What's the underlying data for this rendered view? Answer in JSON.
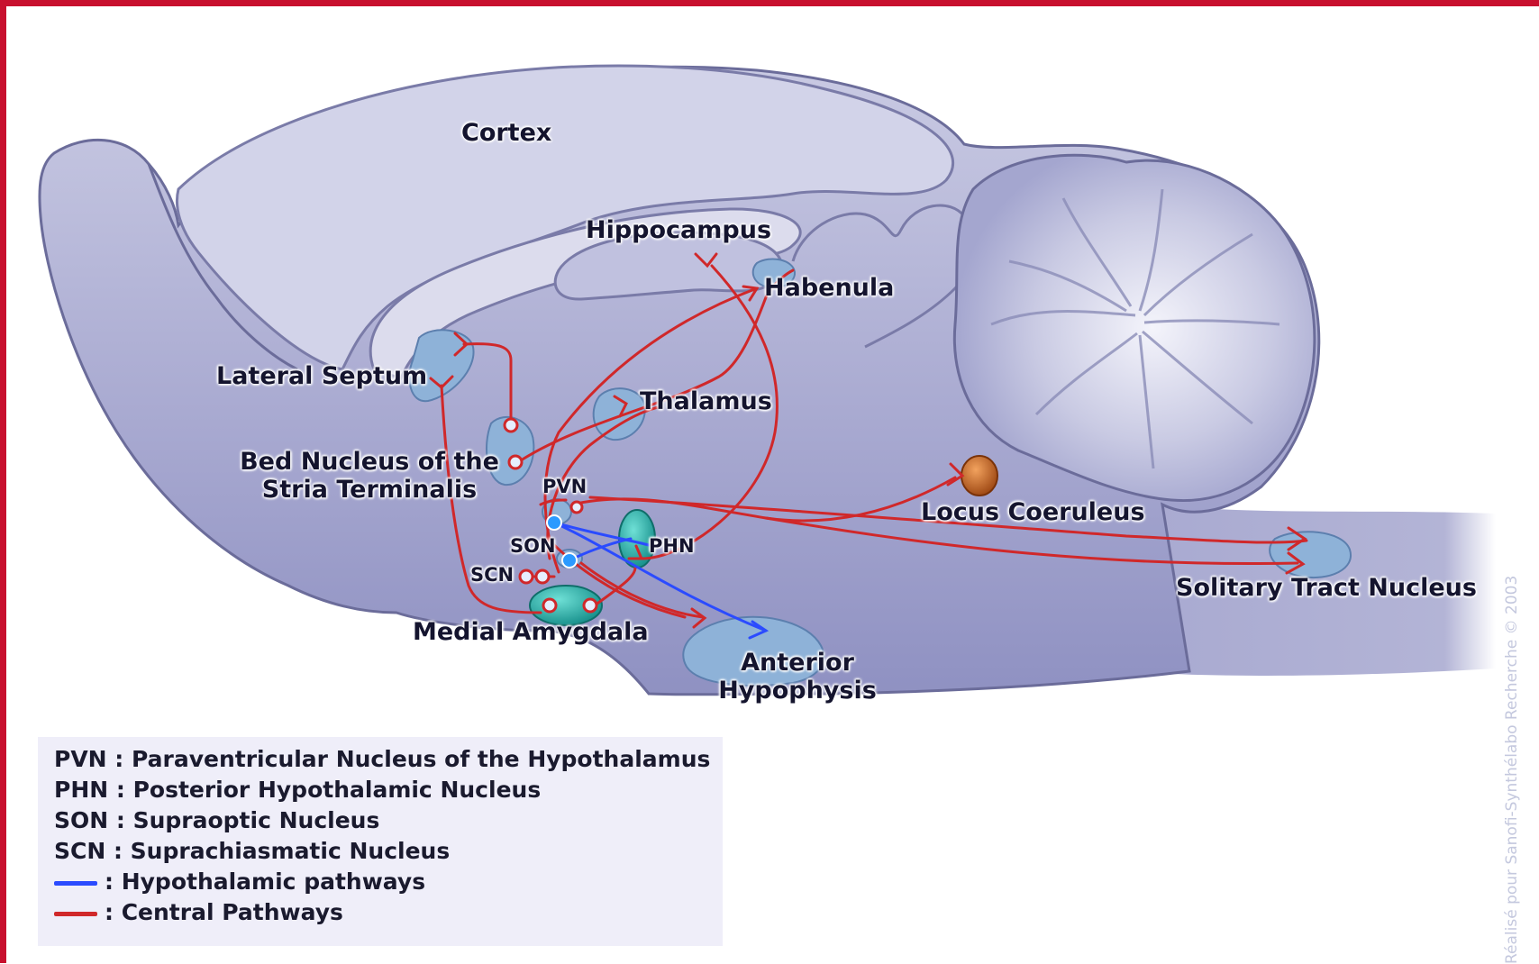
{
  "regions": {
    "cortex": "Cortex",
    "hippocampus": "Hippocampus",
    "habenula": "Habenula",
    "lateral_septum": "Lateral Septum",
    "bed_nucleus_line1": "Bed Nucleus of the",
    "bed_nucleus_line2": "Stria Terminalis",
    "thalamus": "Thalamus",
    "pvn": "PVN",
    "son": "SON",
    "scn": "SCN",
    "phn": "PHN",
    "locus_coeruleus": "Locus Coeruleus",
    "solitary_tract": "Solitary Tract Nucleus",
    "medial_amygdala": "Medial Amygdala",
    "anterior_hypophysis_line1": "Anterior",
    "anterior_hypophysis_line2": "Hypophysis"
  },
  "legend": {
    "items": [
      {
        "abbr": "PVN",
        "text": "PVN : Paraventricular Nucleus of the Hypothalamus"
      },
      {
        "abbr": "PHN",
        "text": "PHN : Posterior Hypothalamic Nucleus"
      },
      {
        "abbr": "SON",
        "text": "SON : Supraoptic Nucleus"
      },
      {
        "abbr": "SCN",
        "text": "SCN : Suprachiasmatic Nucleus"
      }
    ],
    "hypothalamic": {
      "text": ": Hypothalamic pathways",
      "color": "#2b4bff"
    },
    "central": {
      "text": ": Central Pathways",
      "color": "#d0282a"
    }
  },
  "credit": "Réalisé pour Sanofi-Synthélabo Recherche © 2003",
  "colors": {
    "frame": "#c8102e",
    "brain_fill": "#a7a9d0",
    "brain_outline": "#6b6c9a",
    "nucleus_fill": "#8eb2d8",
    "central_pathway": "#d0282a",
    "hypothalamic_pathway": "#2b4bff",
    "locus_coeruleus": "#c8621e"
  }
}
